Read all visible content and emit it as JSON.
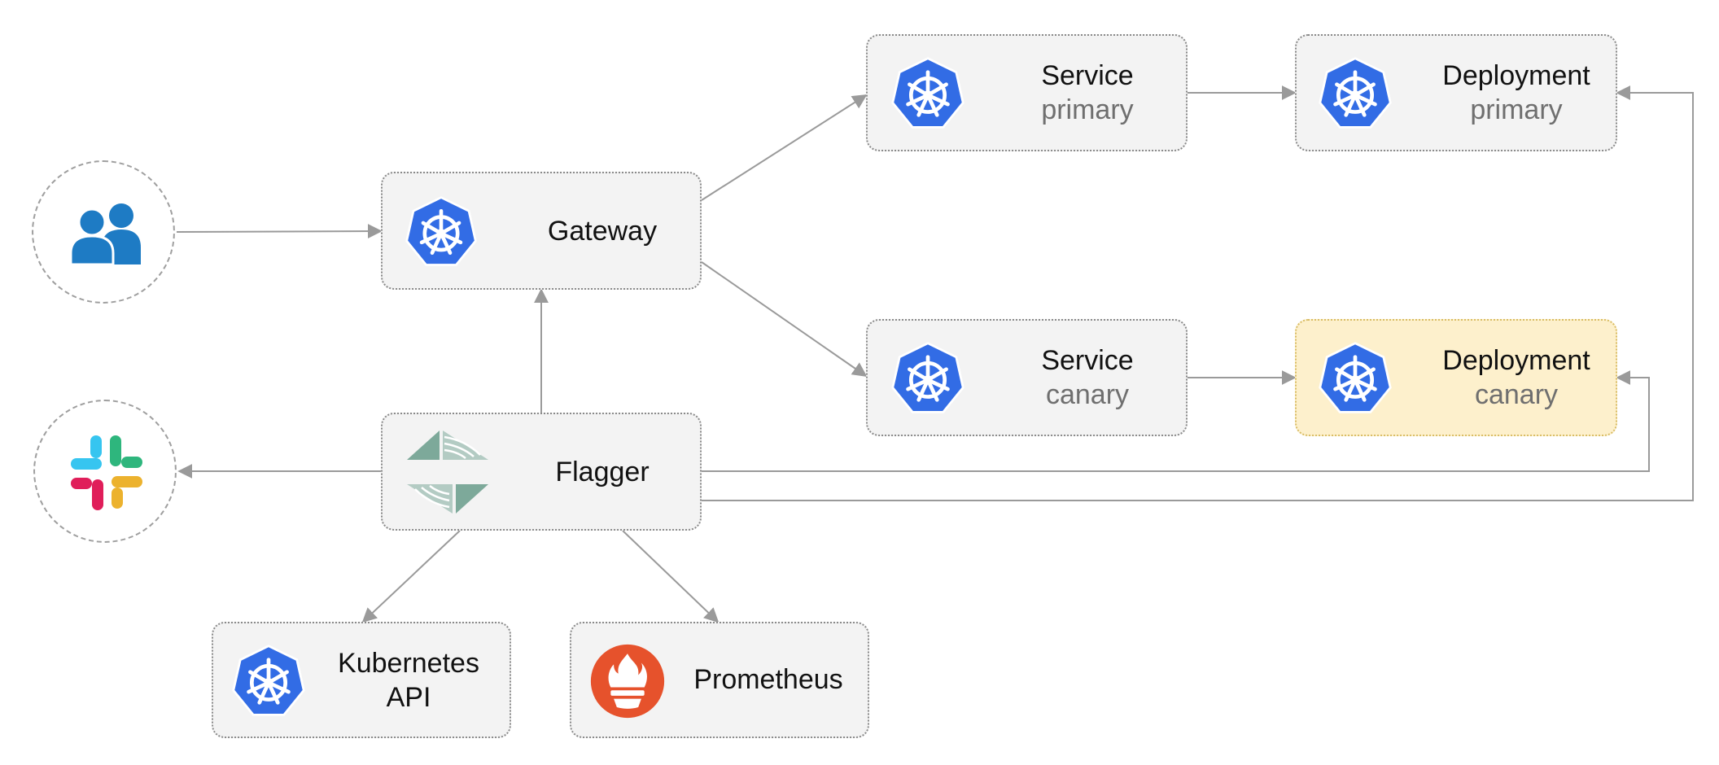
{
  "colors": {
    "k8s_blue": "#326ce5",
    "prometheus_red": "#e6522c",
    "flagger_green": "#7da99a",
    "users_blue": "#1e7bc4",
    "canary_fill": "#fdf0cc",
    "node_fill": "#f3f3f3",
    "edge": "#9a9a9a"
  },
  "nodes": {
    "gateway": {
      "title": "Gateway",
      "icon": "kubernetes-icon"
    },
    "service_primary": {
      "title": "Service",
      "subtitle": "primary",
      "icon": "kubernetes-icon"
    },
    "deployment_primary": {
      "title": "Deployment",
      "subtitle": "primary",
      "icon": "kubernetes-icon"
    },
    "service_canary": {
      "title": "Service",
      "subtitle": "canary",
      "icon": "kubernetes-icon"
    },
    "deployment_canary": {
      "title": "Deployment",
      "subtitle": "canary",
      "icon": "kubernetes-icon"
    },
    "flagger": {
      "title": "Flagger",
      "icon": "flagger-icon"
    },
    "kubernetes_api": {
      "title": "Kubernetes",
      "subtitle": "API",
      "icon": "kubernetes-icon"
    },
    "prometheus": {
      "title": "Prometheus",
      "icon": "prometheus-icon"
    },
    "users": {
      "icon": "users-icon"
    },
    "slack": {
      "icon": "slack-icon"
    }
  },
  "edges": [
    {
      "from": "users",
      "to": "gateway"
    },
    {
      "from": "gateway",
      "to": "service_primary"
    },
    {
      "from": "gateway",
      "to": "service_canary"
    },
    {
      "from": "service_primary",
      "to": "deployment_primary"
    },
    {
      "from": "service_canary",
      "to": "deployment_canary"
    },
    {
      "from": "flagger",
      "to": "gateway"
    },
    {
      "from": "flagger",
      "to": "slack"
    },
    {
      "from": "flagger",
      "to": "kubernetes_api"
    },
    {
      "from": "flagger",
      "to": "prometheus"
    },
    {
      "from": "flagger",
      "to": "deployment_canary"
    },
    {
      "from": "flagger",
      "to": "deployment_primary"
    }
  ]
}
